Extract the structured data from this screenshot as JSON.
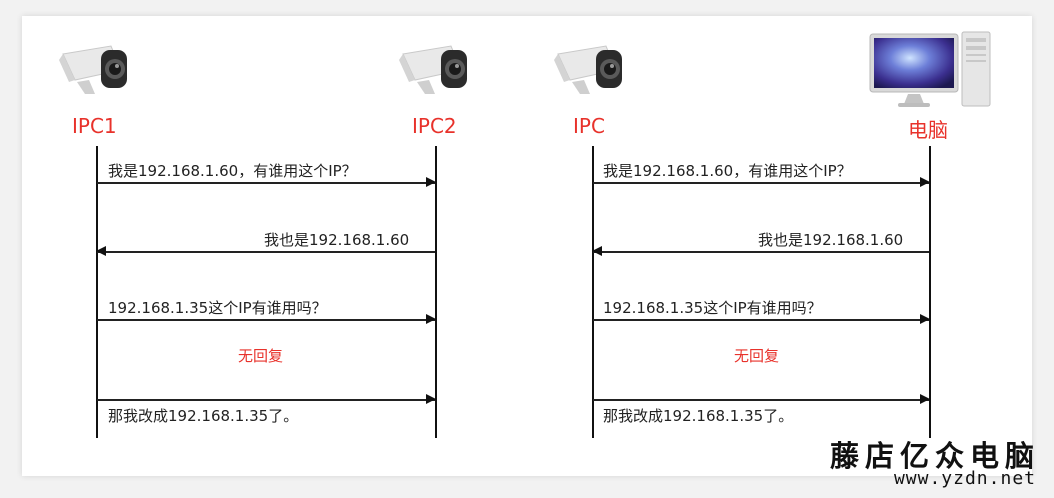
{
  "left_diagram": {
    "actor_a": "IPC1",
    "actor_b": "IPC2",
    "messages": [
      "我是192.168.1.60，有谁用这个IP？",
      "我也是192.168.1.60",
      "192.168.1.35这个IP有谁用吗？",
      "无回复",
      "那我改成192.168.1.35了。"
    ]
  },
  "right_diagram": {
    "actor_a": "IPC",
    "actor_b": "电脑",
    "messages": [
      "我是192.168.1.60，有谁用这个IP？",
      "我也是192.168.1.60",
      "192.168.1.35这个IP有谁用吗？",
      "无回复",
      "那我改成192.168.1.35了。"
    ]
  },
  "watermark": {
    "name": "藤店亿众电脑",
    "url": "www.yzdn.net"
  },
  "colors": {
    "accent_red": "#e8322b",
    "line": "#111111"
  },
  "icons": {
    "camera": "ip-camera-icon",
    "computer": "desktop-computer-icon"
  }
}
